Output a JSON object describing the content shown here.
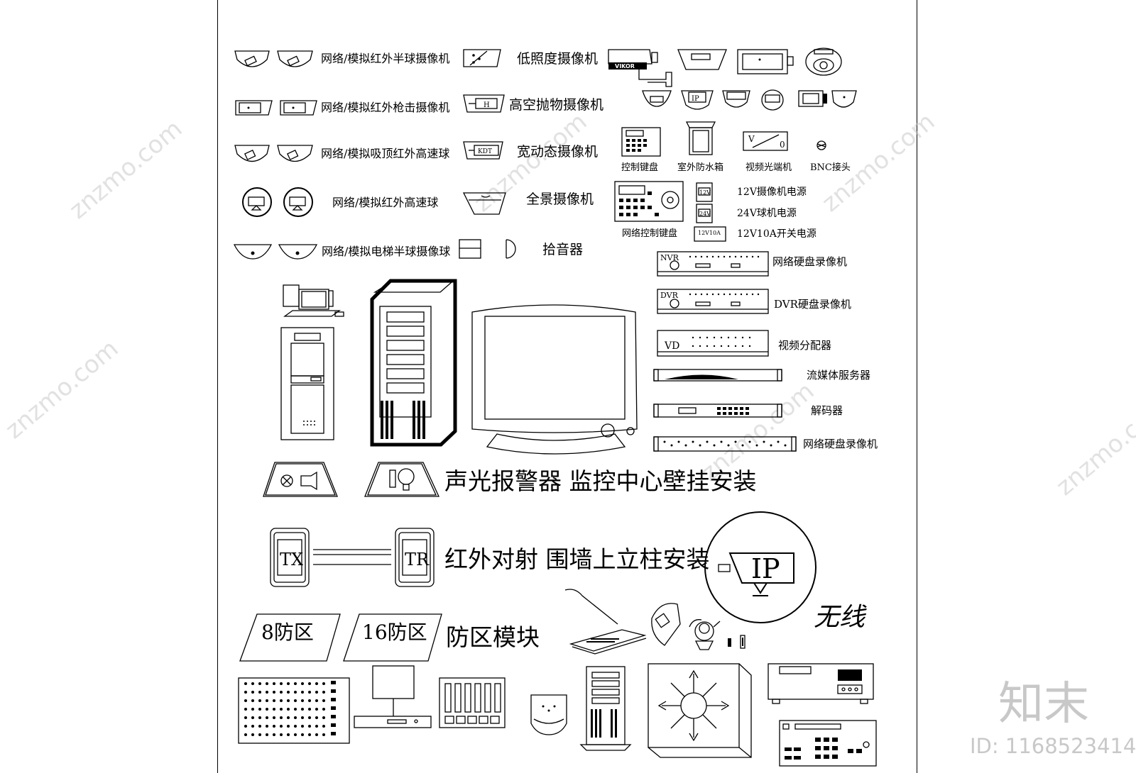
{
  "labels": {
    "dome_ir": "网络/模拟红外半球摄像机",
    "bullet_ir": "网络/模拟红外枪击摄像机",
    "ceiling_speed": "网络/模拟吸顶红外高速球",
    "ir_speed": "网络/模拟红外高速球",
    "elevator_dome": "网络/模拟电梯半球摄像球",
    "low_light": "低照度摄像机",
    "high_throw": "高空抛物摄像机",
    "wdr": "宽动态摄像机",
    "panorama": "全景摄像机",
    "pickup": "拾音器",
    "keyboard": "控制键盘",
    "outdoor_box": "室外防水箱",
    "optical": "视频光端机",
    "bnc": "BNC接头",
    "net_keyboard": "网络控制键盘",
    "psu12": "12V摄像机电源",
    "psu24": "24V球机电源",
    "psu10a": "12V10A开关电源",
    "nvr1": "网络硬盘录像机",
    "dvr": "DVR硬盘录像机",
    "vd": "视频分配器",
    "stream": "流媒体服务器",
    "decoder": "解码器",
    "nvr2": "网络硬盘录像机",
    "alarm": "声光报警器 监控中心壁挂安装",
    "infrared": "红外对射 围墙上立柱安装",
    "zone_module": "防区模块",
    "wireless": "无线"
  },
  "symbols": {
    "vikor": "VIKOR",
    "nvr": "NVR",
    "dvr": "DVR",
    "vd": "VD",
    "tx": "TX",
    "tr": "TR",
    "ip": "IP",
    "zone8": "8防区",
    "zone16": "16防区",
    "kdt": "KDT",
    "h": "H",
    "v": "V",
    "zero": "0",
    "v12": "12V",
    "v24": "24V",
    "v12a": "12V10A"
  },
  "watermark": {
    "brand": "知末",
    "id": "ID: 1168523414",
    "site": "znzmo.com"
  }
}
